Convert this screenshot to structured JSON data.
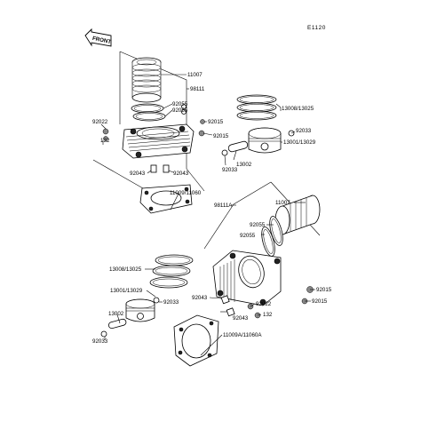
{
  "diagram_code": "E1120",
  "front_label": "FRONT",
  "labels": {
    "front_cylinder": "11007",
    "front_base_gasket": "98111",
    "front_dowel_a": "92055",
    "front_dowel_b": "92055",
    "front_nut_right": "92015",
    "front_nut_right2": "92015",
    "front_stud": "92022",
    "front_washer": "132",
    "front_dowel_pin_l": "92043",
    "front_dowel_pin_r": "92043",
    "front_gasket": "11009/11060",
    "front_rings": "13008/13025",
    "front_piston": "13001/13029",
    "front_circlip": "92033",
    "front_pin": "13002",
    "front_circlip2": "92033",
    "rear_base_gasket": "98111A",
    "rear_cylinder": "11007",
    "rear_dowel_a": "92055",
    "rear_dowel_b": "92055",
    "rear_rings": "13008/13025",
    "rear_piston": "13001/13029",
    "rear_circlip": "92033",
    "rear_pin": "13002",
    "rear_circlip2": "92033",
    "rear_dowel_pin_l": "92043",
    "rear_stud": "92022",
    "rear_dowel_pin_r": "92043",
    "rear_washer": "132",
    "rear_nut": "92015",
    "rear_nut2": "92015",
    "rear_gasket": "11009A/11060A"
  }
}
